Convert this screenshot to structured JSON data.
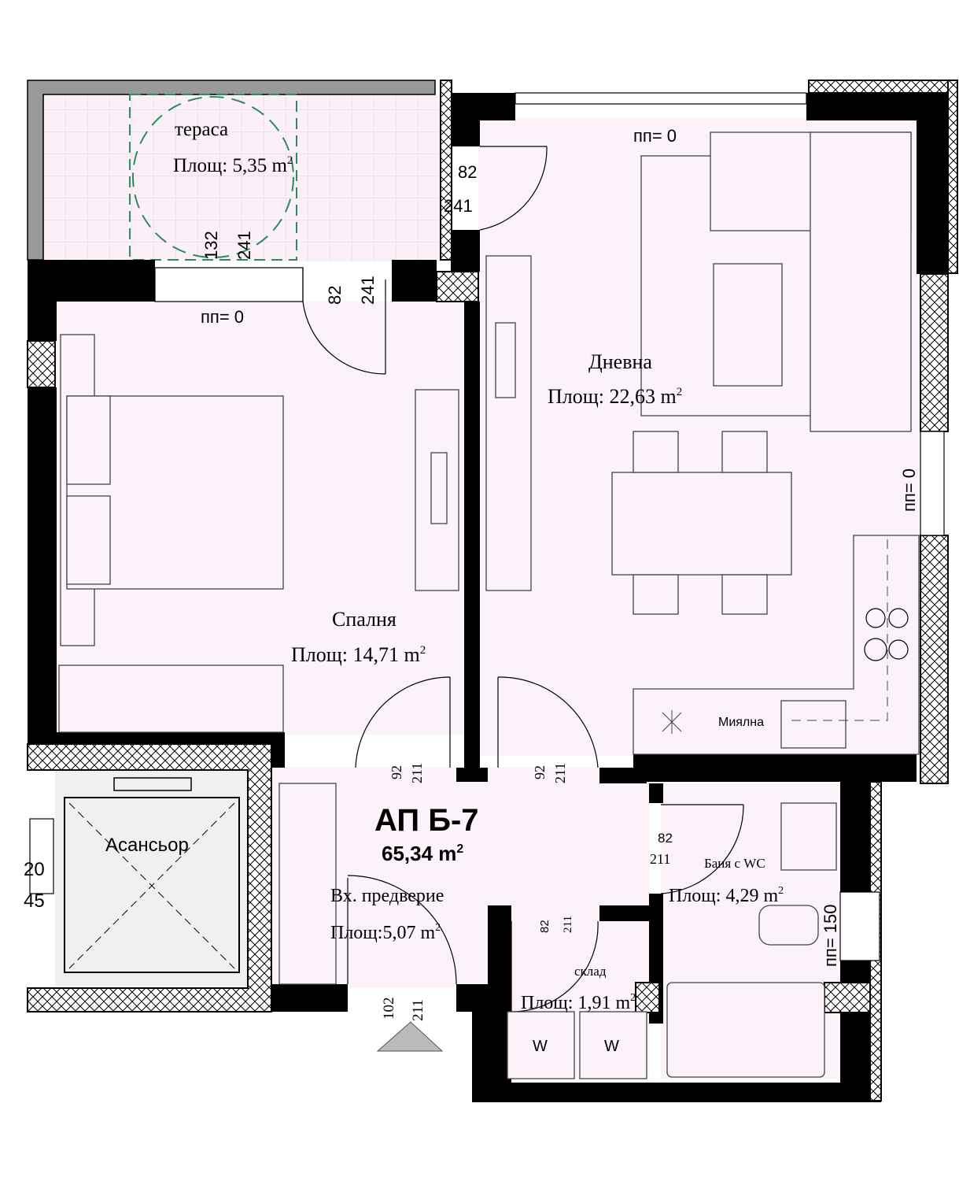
{
  "title": "АП Б-7",
  "total_area": "65,34 m",
  "rooms": {
    "terrace": {
      "name": "тераса",
      "area": "Площ: 5,35 m"
    },
    "living": {
      "name": "Дневна",
      "area": "Площ: 22,63 m"
    },
    "bedroom": {
      "name": "Спалня",
      "area": "Площ: 14,71 m"
    },
    "hall": {
      "name": "Вх. предверие",
      "area": "Площ:5,07 m"
    },
    "bath": {
      "name": "Баня с WC",
      "area": "Площ: 4,29 m"
    },
    "storage": {
      "name": "склад",
      "area": "Площ: 1,91 m"
    },
    "elevator": {
      "name": "Асансьор"
    }
  },
  "sup": "2",
  "labels": {
    "sill_0": "пп= 0",
    "sill_150": "пп= 150",
    "sink": "Миялна",
    "wardrobe": "W"
  },
  "doors": {
    "terrace_living": {
      "w": "82",
      "h": "241"
    },
    "terrace_window": {
      "w": "132",
      "h": "241"
    },
    "terrace_bedroom": {
      "w": "82",
      "h": "241"
    },
    "bedroom": {
      "w": "92",
      "h": "211"
    },
    "living": {
      "w": "92",
      "h": "211"
    },
    "bath": {
      "w": "82",
      "h": "211"
    },
    "storage": {
      "w": "82",
      "h": "211"
    },
    "entrance": {
      "w": "102",
      "h": "211"
    },
    "elevator_a": "20",
    "elevator_b": "45"
  }
}
